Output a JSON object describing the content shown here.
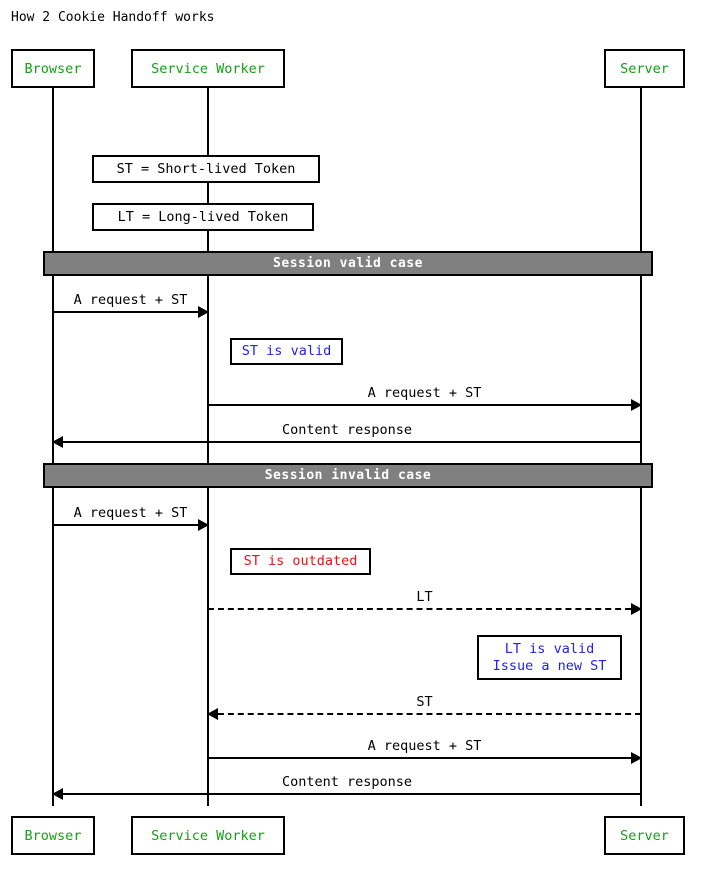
{
  "diagram": {
    "type": "sequence-diagram",
    "title": "How 2 Cookie Handoff works",
    "colors": {
      "actor_text": "#15a015",
      "section_bar_fill": "#808080",
      "section_bar_text": "#ffffff",
      "note_ok_text": "#2222ee",
      "note_error_text": "#ee1111",
      "line": "#000000",
      "background": "#ffffff"
    },
    "participants": [
      {
        "id": "browser",
        "label": "Browser"
      },
      {
        "id": "service_worker",
        "label": "Service Worker"
      },
      {
        "id": "server",
        "label": "Server"
      }
    ],
    "participants_bottom": [
      {
        "id": "browser",
        "label": "Browser"
      },
      {
        "id": "service_worker",
        "label": "Service Worker"
      },
      {
        "id": "server",
        "label": "Server"
      }
    ],
    "legend_notes": [
      {
        "id": "note-st-def",
        "text": "ST = Short-lived Token",
        "color": "black"
      },
      {
        "id": "note-lt-def",
        "text": "LT = Long-lived Token",
        "color": "black"
      }
    ],
    "sections": [
      {
        "id": "section-valid",
        "label": "Session valid case"
      },
      {
        "id": "section-invalid",
        "label": "Session invalid case"
      }
    ],
    "messages": [
      {
        "id": "msg-1",
        "label": "A request + ST",
        "from": "browser",
        "to": "service_worker",
        "style": "solid",
        "direction": "right"
      },
      {
        "id": "msg-2",
        "label": "A request + ST",
        "from": "service_worker",
        "to": "server",
        "style": "solid",
        "direction": "right"
      },
      {
        "id": "msg-3",
        "label": "Content response",
        "from": "server",
        "to": "browser",
        "style": "solid",
        "direction": "left"
      },
      {
        "id": "msg-4",
        "label": "A request + ST",
        "from": "browser",
        "to": "service_worker",
        "style": "solid",
        "direction": "right"
      },
      {
        "id": "msg-5",
        "label": "LT",
        "from": "service_worker",
        "to": "server",
        "style": "dashed",
        "direction": "right"
      },
      {
        "id": "msg-6",
        "label": "ST",
        "from": "server",
        "to": "service_worker",
        "style": "dashed",
        "direction": "left"
      },
      {
        "id": "msg-7",
        "label": "A request + ST",
        "from": "service_worker",
        "to": "server",
        "style": "solid",
        "direction": "right"
      },
      {
        "id": "msg-8",
        "label": "Content response",
        "from": "server",
        "to": "browser",
        "style": "solid",
        "direction": "left"
      }
    ],
    "notes": [
      {
        "id": "note-st-valid",
        "lines": [
          "ST is valid"
        ],
        "color": "blue"
      },
      {
        "id": "note-st-outdated",
        "lines": [
          "ST is outdated"
        ],
        "color": "red"
      },
      {
        "id": "note-lt-valid",
        "lines": [
          "LT is valid",
          "Issue a new ST"
        ],
        "color": "blue"
      }
    ]
  }
}
